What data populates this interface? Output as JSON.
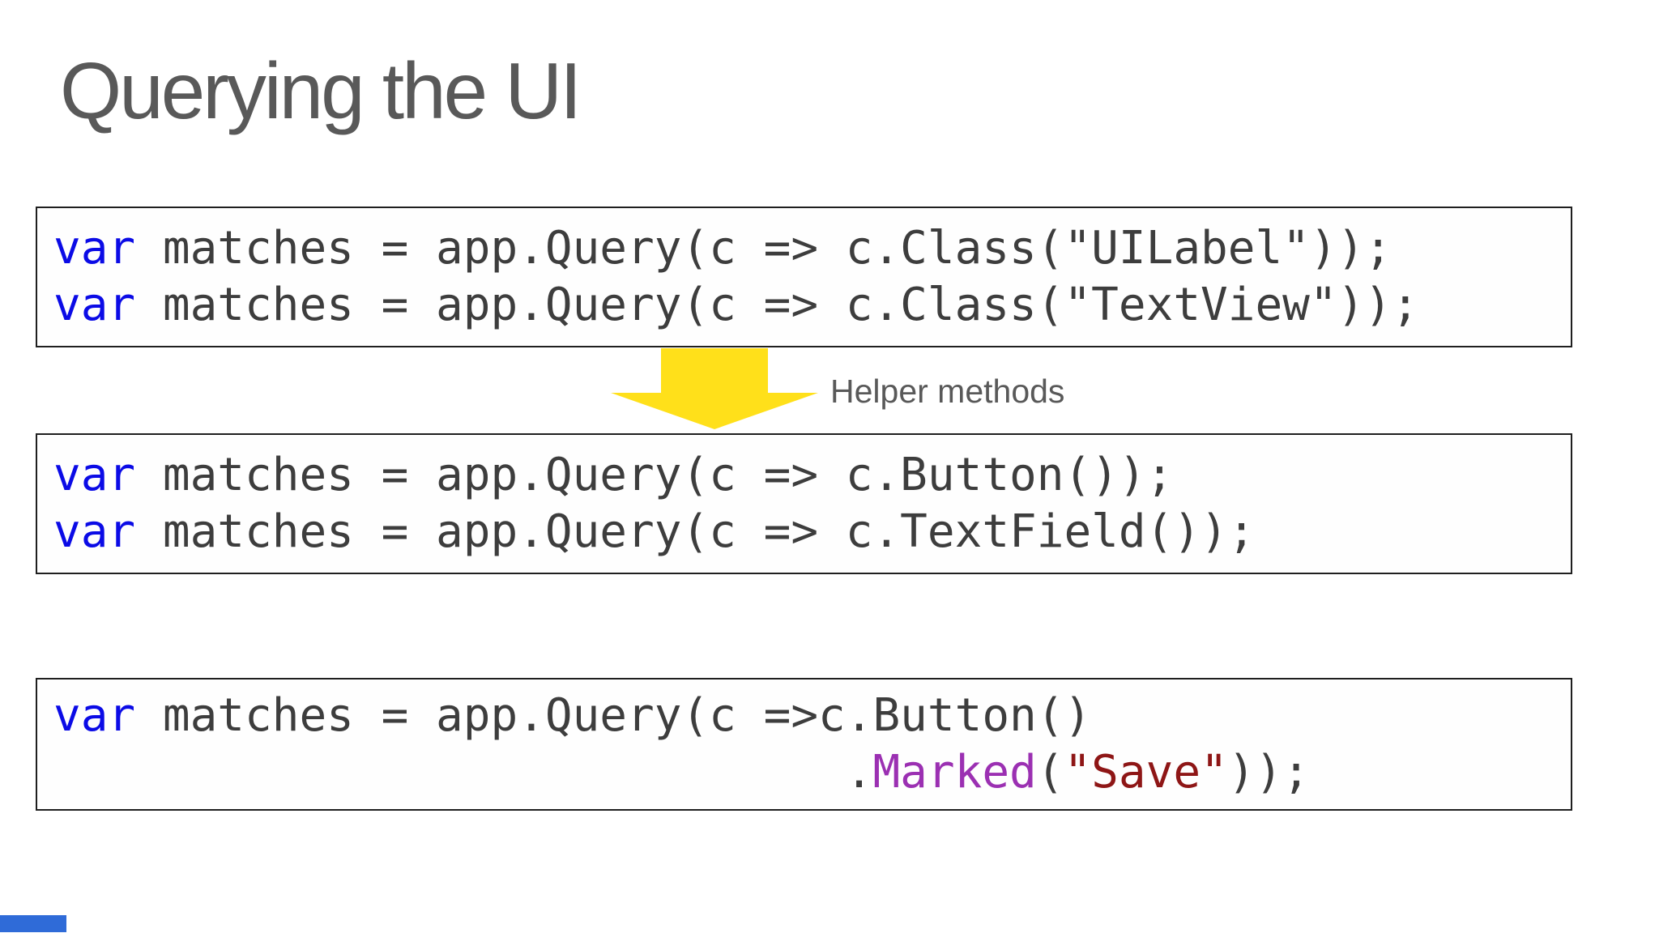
{
  "slide": {
    "title": "Querying the UI"
  },
  "annotation": {
    "label": "Helper methods",
    "arrow_direction": "down",
    "arrow_color": "#ffe01a"
  },
  "colors": {
    "background": "#ffffff",
    "heading_text": "#595959",
    "code_text": "#3d3d3d",
    "keyword": "#0b0be6",
    "method": "#9b30b2",
    "string": "#8e1616",
    "box_border": "#1f1f1f",
    "bottom_bar": "#2f6bd8"
  },
  "code_blocks": [
    {
      "name": "query-by-class",
      "lines": [
        {
          "segments": [
            {
              "t": "var",
              "c": "keyword"
            },
            {
              "t": " matches = app.Query(c => c.Class(\"UILabel\"));",
              "c": "code"
            }
          ]
        },
        {
          "segments": [
            {
              "t": "var",
              "c": "keyword"
            },
            {
              "t": " matches = app.Query(c => c.Class(\"TextView\"));",
              "c": "code"
            }
          ]
        }
      ]
    },
    {
      "name": "query-by-helper",
      "lines": [
        {
          "segments": [
            {
              "t": "var",
              "c": "keyword"
            },
            {
              "t": " matches = app.Query(c => c.Button());",
              "c": "code"
            }
          ]
        },
        {
          "segments": [
            {
              "t": "var",
              "c": "keyword"
            },
            {
              "t": " matches = app.Query(c => c.TextField());",
              "c": "code"
            }
          ]
        }
      ]
    },
    {
      "name": "query-chained-marked",
      "lines": [
        {
          "segments": [
            {
              "t": "var",
              "c": "keyword"
            },
            {
              "t": " matches = app.Query(c =>c.Button()",
              "c": "code"
            }
          ]
        },
        {
          "segments": [
            {
              "t": "                             .",
              "c": "code"
            },
            {
              "t": "Marked",
              "c": "method"
            },
            {
              "t": "(",
              "c": "code"
            },
            {
              "t": "\"Save\"",
              "c": "string"
            },
            {
              "t": "));",
              "c": "code"
            }
          ]
        }
      ]
    }
  ]
}
